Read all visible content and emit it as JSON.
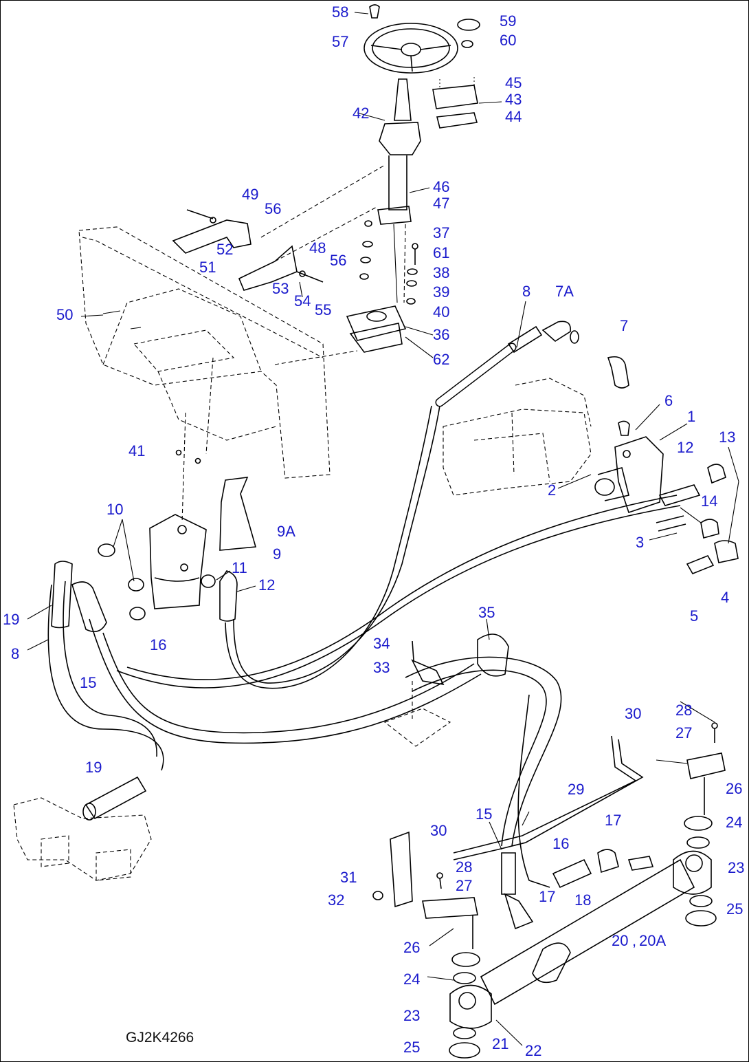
{
  "drawing_code": "GJ2K4266",
  "colors": {
    "callout": "#1a1acc",
    "line": "#000000",
    "background": "#ffffff"
  },
  "callouts": [
    {
      "id": "c58",
      "text": "58"
    },
    {
      "id": "c57",
      "text": "57"
    },
    {
      "id": "c59",
      "text": "59"
    },
    {
      "id": "c60",
      "text": "60"
    },
    {
      "id": "c45",
      "text": "45"
    },
    {
      "id": "c43",
      "text": "43"
    },
    {
      "id": "c44",
      "text": "44"
    },
    {
      "id": "c42",
      "text": "42"
    },
    {
      "id": "c46",
      "text": "46"
    },
    {
      "id": "c47",
      "text": "47"
    },
    {
      "id": "c49",
      "text": "49"
    },
    {
      "id": "c56a",
      "text": "56"
    },
    {
      "id": "c52",
      "text": "52"
    },
    {
      "id": "c51",
      "text": "51"
    },
    {
      "id": "c48",
      "text": "48"
    },
    {
      "id": "c56b",
      "text": "56"
    },
    {
      "id": "c53",
      "text": "53"
    },
    {
      "id": "c54",
      "text": "54"
    },
    {
      "id": "c55",
      "text": "55"
    },
    {
      "id": "c37",
      "text": "37"
    },
    {
      "id": "c61",
      "text": "61"
    },
    {
      "id": "c38",
      "text": "38"
    },
    {
      "id": "c39",
      "text": "39"
    },
    {
      "id": "c40",
      "text": "40"
    },
    {
      "id": "c36",
      "text": "36"
    },
    {
      "id": "c62",
      "text": "62"
    },
    {
      "id": "c50",
      "text": "50"
    },
    {
      "id": "c8a",
      "text": "8"
    },
    {
      "id": "c7A",
      "text": "7A"
    },
    {
      "id": "c7",
      "text": "7"
    },
    {
      "id": "c6",
      "text": "6"
    },
    {
      "id": "c1",
      "text": "1"
    },
    {
      "id": "c12a",
      "text": "12"
    },
    {
      "id": "c13",
      "text": "13"
    },
    {
      "id": "c2",
      "text": "2"
    },
    {
      "id": "c14",
      "text": "14"
    },
    {
      "id": "c3",
      "text": "3"
    },
    {
      "id": "c4",
      "text": "4"
    },
    {
      "id": "c5",
      "text": "5"
    },
    {
      "id": "c41",
      "text": "41"
    },
    {
      "id": "c10",
      "text": "10"
    },
    {
      "id": "c9A",
      "text": "9A"
    },
    {
      "id": "c9",
      "text": "9"
    },
    {
      "id": "c11",
      "text": "11"
    },
    {
      "id": "c12b",
      "text": "12"
    },
    {
      "id": "c19a",
      "text": "19"
    },
    {
      "id": "c8b",
      "text": "8"
    },
    {
      "id": "c16a",
      "text": "16"
    },
    {
      "id": "c15a",
      "text": "15"
    },
    {
      "id": "c35",
      "text": "35"
    },
    {
      "id": "c34",
      "text": "34"
    },
    {
      "id": "c33",
      "text": "33"
    },
    {
      "id": "c30a",
      "text": "30"
    },
    {
      "id": "c28a",
      "text": "28"
    },
    {
      "id": "c27a",
      "text": "27"
    },
    {
      "id": "c26a",
      "text": "26"
    },
    {
      "id": "c29",
      "text": "29"
    },
    {
      "id": "c24a",
      "text": "24"
    },
    {
      "id": "c19b",
      "text": "19"
    },
    {
      "id": "c15b",
      "text": "15"
    },
    {
      "id": "c17a",
      "text": "17"
    },
    {
      "id": "c30b",
      "text": "30"
    },
    {
      "id": "c16b",
      "text": "16"
    },
    {
      "id": "c28b",
      "text": "28"
    },
    {
      "id": "c27b",
      "text": "27"
    },
    {
      "id": "c31",
      "text": "31"
    },
    {
      "id": "c32",
      "text": "32"
    },
    {
      "id": "c17b",
      "text": "17"
    },
    {
      "id": "c18",
      "text": "18"
    },
    {
      "id": "c23a",
      "text": "23"
    },
    {
      "id": "c25a",
      "text": "25"
    },
    {
      "id": "c26b",
      "text": "26"
    },
    {
      "id": "c20",
      "text": "20"
    },
    {
      "id": "c20A",
      "text": "20A"
    },
    {
      "id": "c24b",
      "text": "24"
    },
    {
      "id": "c23b",
      "text": "23"
    },
    {
      "id": "c22",
      "text": "22"
    },
    {
      "id": "c21",
      "text": "21"
    },
    {
      "id": "c25b",
      "text": "25"
    }
  ]
}
